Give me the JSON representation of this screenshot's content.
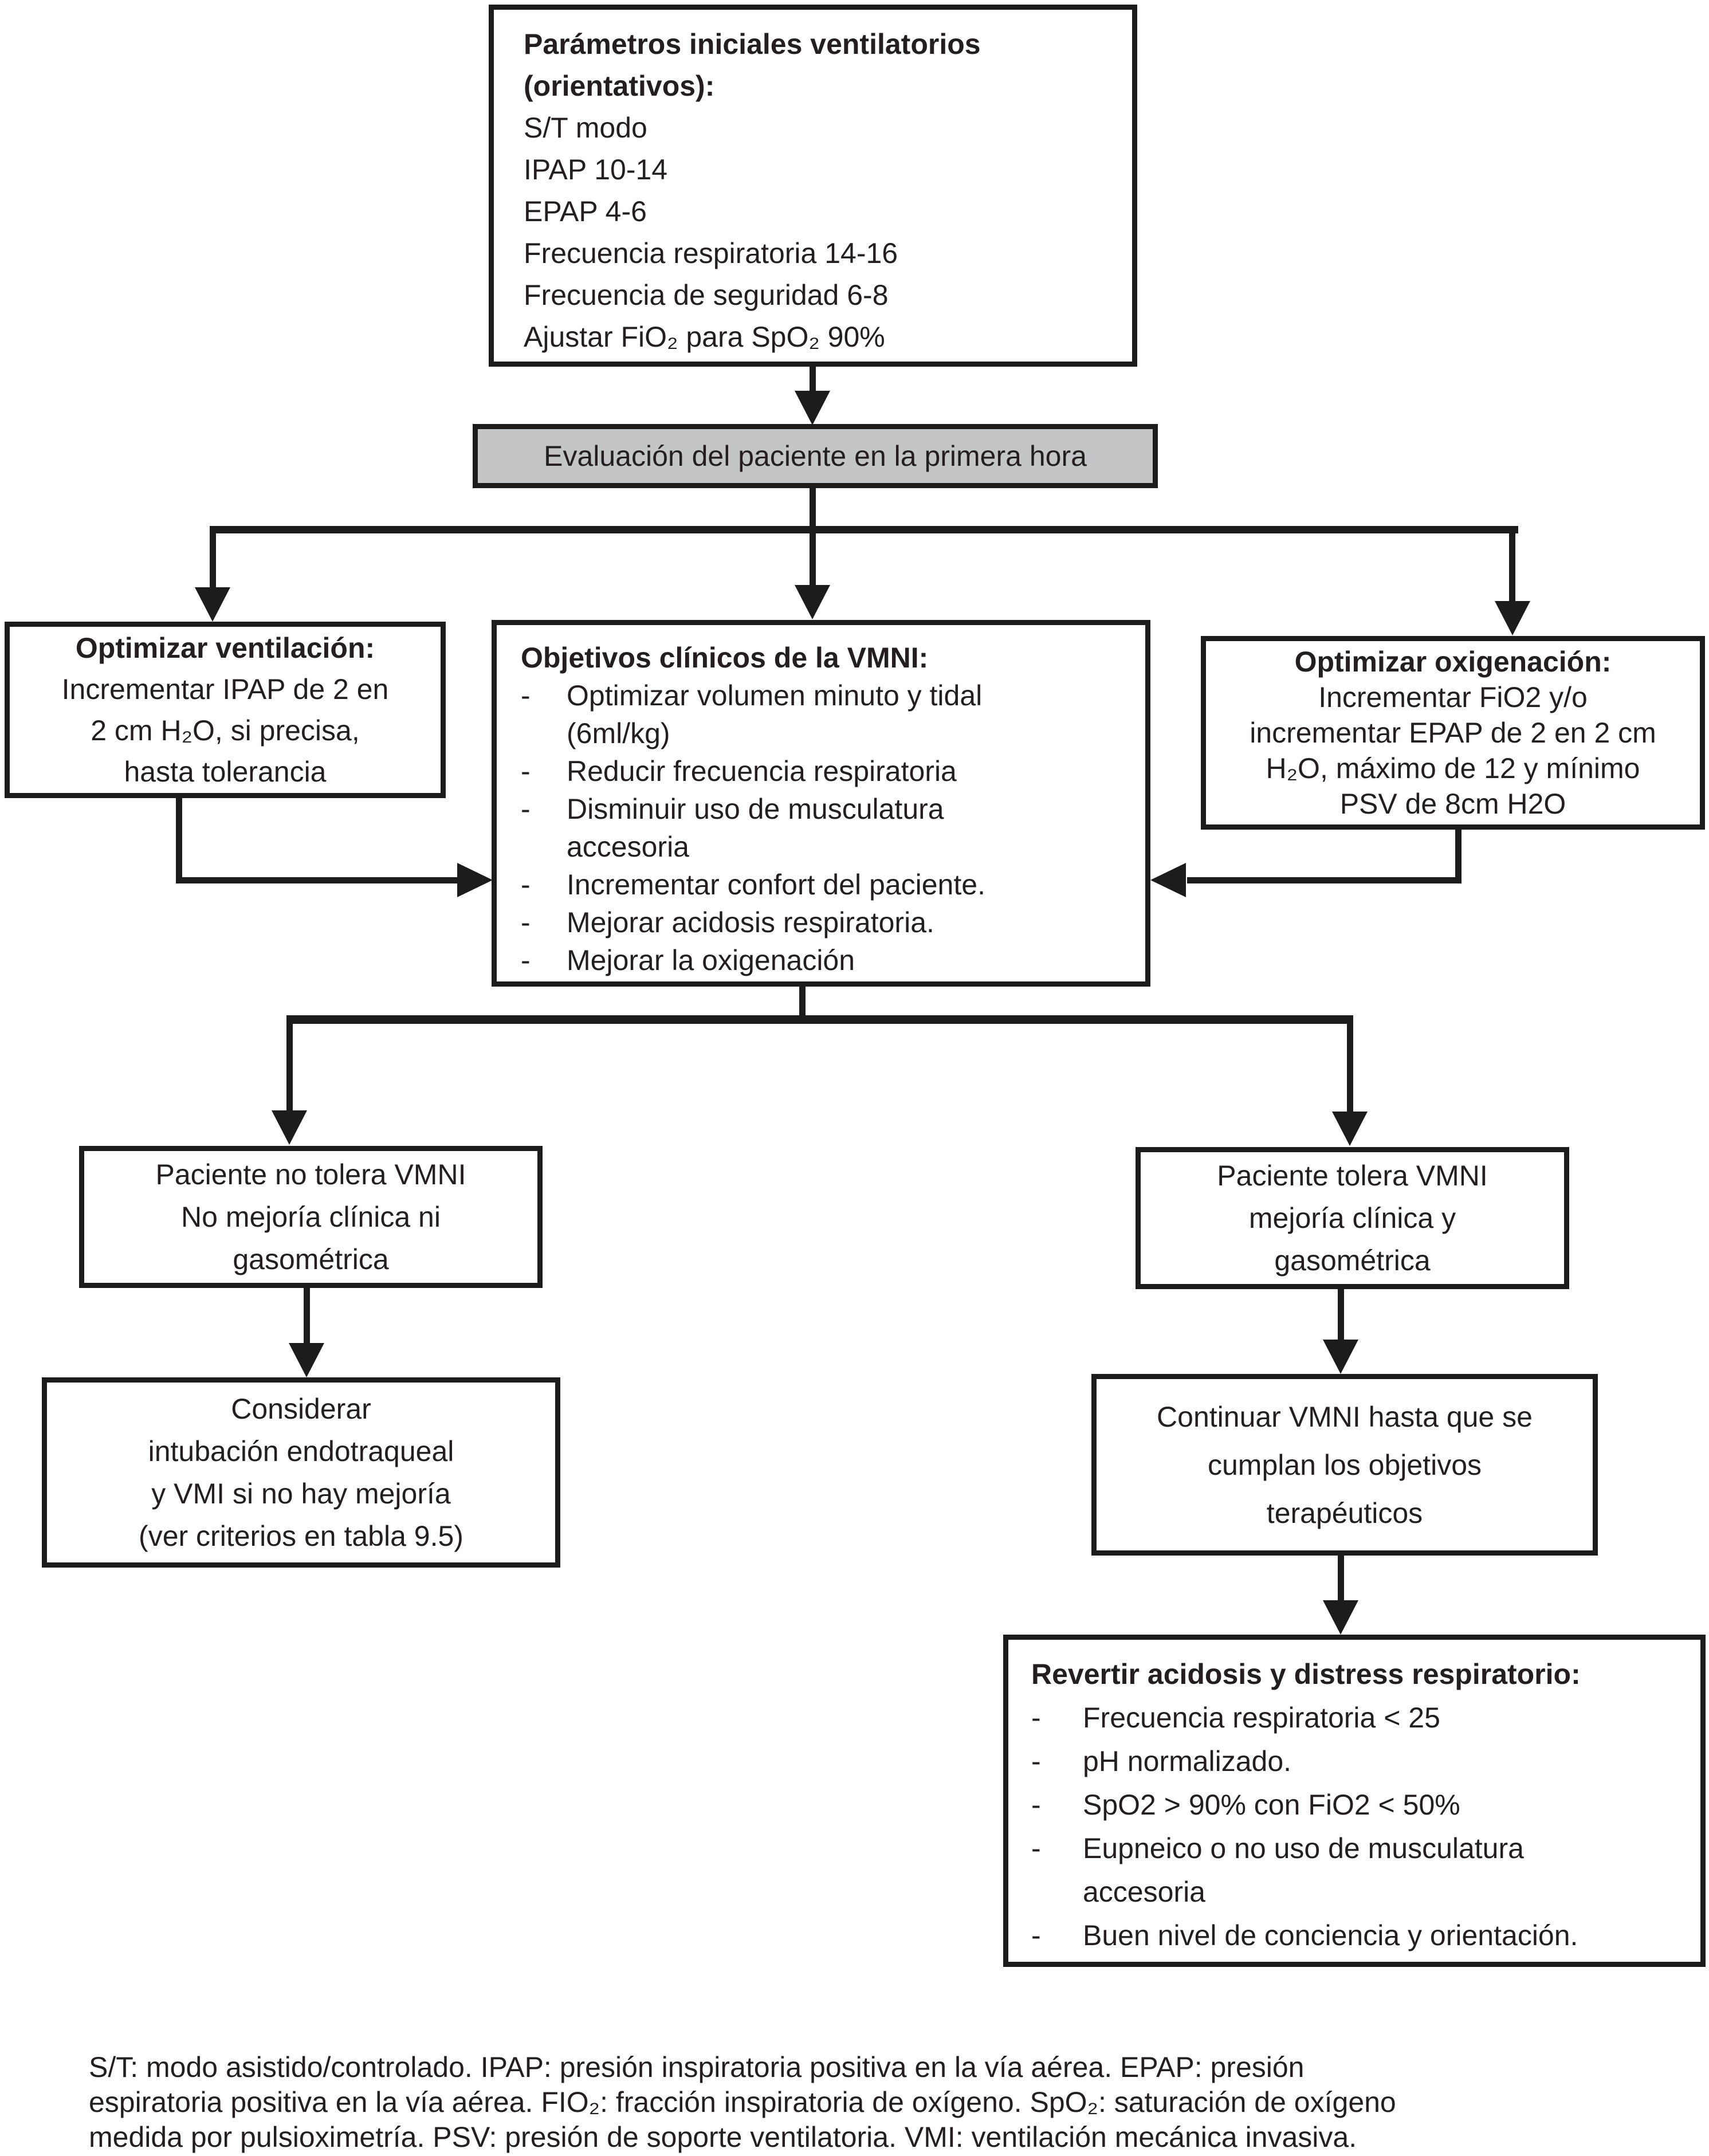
{
  "marks": {
    "dash": "-"
  },
  "colors": {
    "line": "#1c1c1c",
    "eval_fill": "#c4c5c7",
    "text": "#231f20"
  },
  "boxes": {
    "parametros": {
      "title_line1": "Parámetros iniciales ventilatorios",
      "title_line2": "(orientativos):",
      "lines": [
        "S/T modo",
        "IPAP 10-14",
        "EPAP 4-6",
        "Frecuencia respiratoria 14-16",
        "Frecuencia de seguridad 6-8",
        "Ajustar FiO₂ para SpO₂ 90%"
      ]
    },
    "evaluacion": {
      "text": "Evaluación del paciente en la primera hora"
    },
    "optimizar_ventilacion": {
      "title": "Optimizar ventilación:",
      "lines": [
        "Incrementar IPAP de 2 en",
        "2 cm H₂O, si precisa,",
        "hasta tolerancia"
      ]
    },
    "objetivos": {
      "title": "Objetivos clínicos de la VMNI:",
      "items": [
        [
          "Optimizar volumen minuto y tidal",
          "(6ml/kg)"
        ],
        [
          "Reducir frecuencia respiratoria"
        ],
        [
          "Disminuir uso de musculatura",
          "accesoria"
        ],
        [
          "Incrementar confort del paciente."
        ],
        [
          "Mejorar acidosis respiratoria."
        ],
        [
          "Mejorar la oxigenación"
        ]
      ]
    },
    "optimizar_oxigenacion": {
      "title": "Optimizar oxigenación:",
      "lines": [
        "Incrementar FiO2 y/o",
        "incrementar EPAP de 2 en 2 cm",
        "H₂O, máximo de 12 y mínimo",
        "PSV de 8cm H2O"
      ]
    },
    "no_tolera": {
      "lines": [
        "Paciente no tolera VMNI",
        "No mejoría clínica ni",
        "gasométrica"
      ]
    },
    "tolera": {
      "lines": [
        "Paciente tolera VMNI",
        "mejoría clínica y",
        "gasométrica"
      ]
    },
    "considerar": {
      "lines": [
        "Considerar",
        "intubación endotraqueal",
        "y VMI si no hay mejoría",
        "(ver criterios en tabla 9.5)"
      ]
    },
    "continuar": {
      "lines": [
        "Continuar VMNI hasta que se",
        "cumplan los objetivos",
        "terapéuticos"
      ]
    },
    "revertir": {
      "title": "Revertir acidosis y distress respiratorio:",
      "items": [
        [
          "Frecuencia respiratoria < 25"
        ],
        [
          "pH normalizado."
        ],
        [
          "SpO2 > 90% con FiO2 < 50%"
        ],
        [
          "Eupneico o no uso de musculatura",
          "accesoria"
        ],
        [
          "Buen nivel de conciencia y orientación."
        ]
      ]
    }
  },
  "footer": {
    "lines": [
      "S/T: modo asistido/controlado. IPAP: presión inspiratoria positiva en la vía aérea. EPAP: presión",
      "espiratoria positiva en la vía aérea. FIO₂: fracción inspiratoria de oxígeno. SpO₂: saturación de oxígeno",
      "medida por pulsioximetría. PSV: presión de soporte ventilatoria. VMI: ventilación mecánica invasiva."
    ]
  }
}
